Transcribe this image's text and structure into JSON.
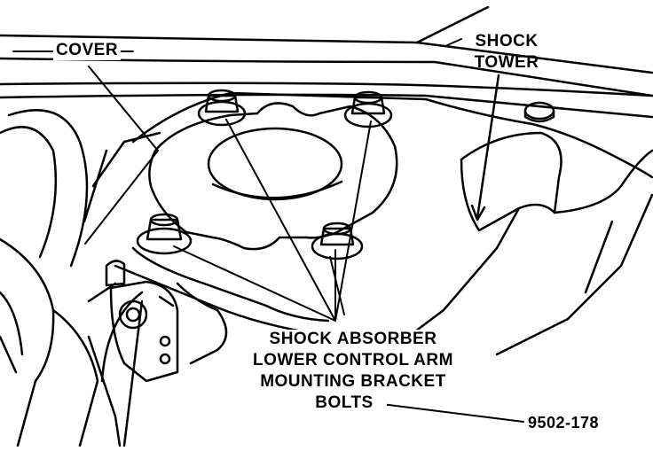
{
  "labels": {
    "cover": "COVER",
    "shock_tower_line1": "SHOCK",
    "shock_tower_line2": "TOWER",
    "bolts_line1": "SHOCK ABSORBER",
    "bolts_line2": "LOWER CONTROL ARM",
    "bolts_line3": "MOUNTING BRACKET",
    "bolts_line4": "BOLTS",
    "figure_id": "9502-178"
  },
  "colors": {
    "ink": "#000000",
    "paper": "#ffffff"
  }
}
